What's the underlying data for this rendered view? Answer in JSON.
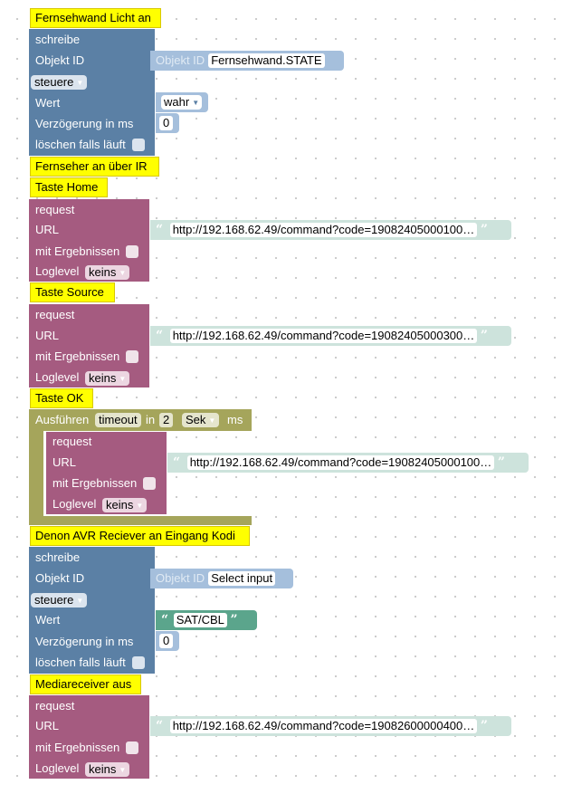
{
  "texts": {
    "fernsehwand": "Fernsehwand Licht an",
    "schreibe": "schreibe",
    "objekt_id": "Objekt ID",
    "objekt_id_placeholder": "Objekt ID",
    "fernsehwand_state": "Fernsehwand.STATE",
    "steuere": "steuere",
    "wert": "Wert",
    "wahr": "wahr",
    "verzoegerung": "Verzögerung in ms",
    "zero": "0",
    "loeschen": "löschen falls läuft",
    "fernseher_ir": "Fernseher an über IR",
    "taste_home": "Taste Home",
    "request": "request",
    "url": "URL",
    "mit_ergebnissen": "mit Ergebnissen",
    "loglevel": "Loglevel",
    "keins": "keins",
    "url_home": "http://192.168.62.49/command?code=19082405000100…",
    "taste_source": "Taste Source",
    "url_source": "http://192.168.62.49/command?code=19082405000300…",
    "taste_ok": "Taste OK",
    "ausfuehren": "Ausführen",
    "timeout": "timeout",
    "in": "in",
    "two": "2",
    "sek": "Sek",
    "ms": "ms",
    "url_ok": "http://192.168.62.49/command?code=19082405000100…",
    "denon": "Denon AVR Reciever an Eingang Kodi",
    "select_input": "Select input",
    "sat_cbl": "SAT/CBL",
    "mediareceiver": "Mediareceiver aus",
    "url_media": "http://192.168.62.49/command?code=19082600000400…",
    "quote_open": "“",
    "quote_close": "”"
  },
  "colors": {
    "write_block": "#5b80a5",
    "request_block": "#a55b80",
    "timeout_block": "#a5a55b",
    "comment": "#ffff00",
    "string_block": "#5ba58c"
  }
}
